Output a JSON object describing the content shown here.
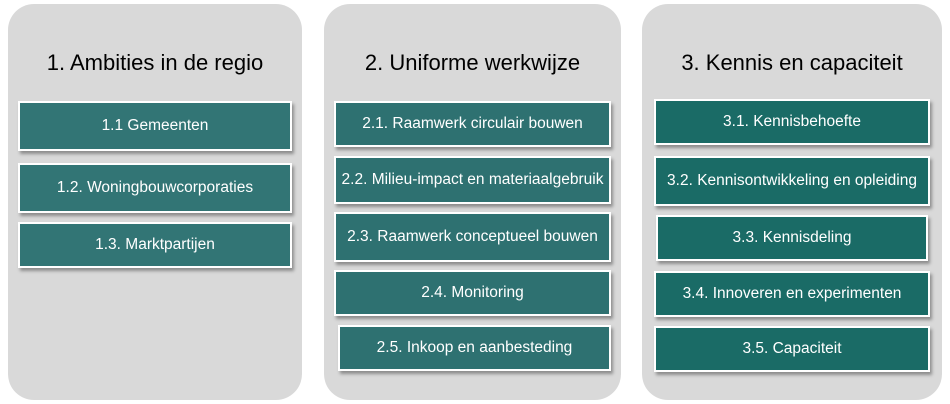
{
  "colors": {
    "panel": "#d9d9d9",
    "item_col1": "#327575",
    "item_col2": "#2e7171",
    "item_col3": "#1a6b66",
    "item_text": "#ffffff",
    "title_text": "#000000"
  },
  "columns": [
    {
      "title": "1. Ambities in de regio",
      "items": [
        {
          "label": "1.1 Gemeenten"
        },
        {
          "label": "1.2. Woningbouwcorporaties"
        },
        {
          "label": "1.3. Marktpartijen"
        }
      ]
    },
    {
      "title": "2. Uniforme werkwijze",
      "items": [
        {
          "label": "2.1. Raamwerk circulair bouwen"
        },
        {
          "label": "2.2. Milieu-impact en materiaalgebruik"
        },
        {
          "label": "2.3. Raamwerk conceptueel bouwen"
        },
        {
          "label": "2.4. Monitoring"
        },
        {
          "label": "2.5. Inkoop en aanbesteding"
        }
      ]
    },
    {
      "title": "3. Kennis en capaciteit",
      "items": [
        {
          "label": "3.1. Kennisbehoefte"
        },
        {
          "label": "3.2. Kennisontwikkeling en opleiding"
        },
        {
          "label": "3.3. Kennisdeling"
        },
        {
          "label": "3.4. Innoveren en experimenten"
        },
        {
          "label": "3.5. Capaciteit"
        }
      ]
    }
  ]
}
